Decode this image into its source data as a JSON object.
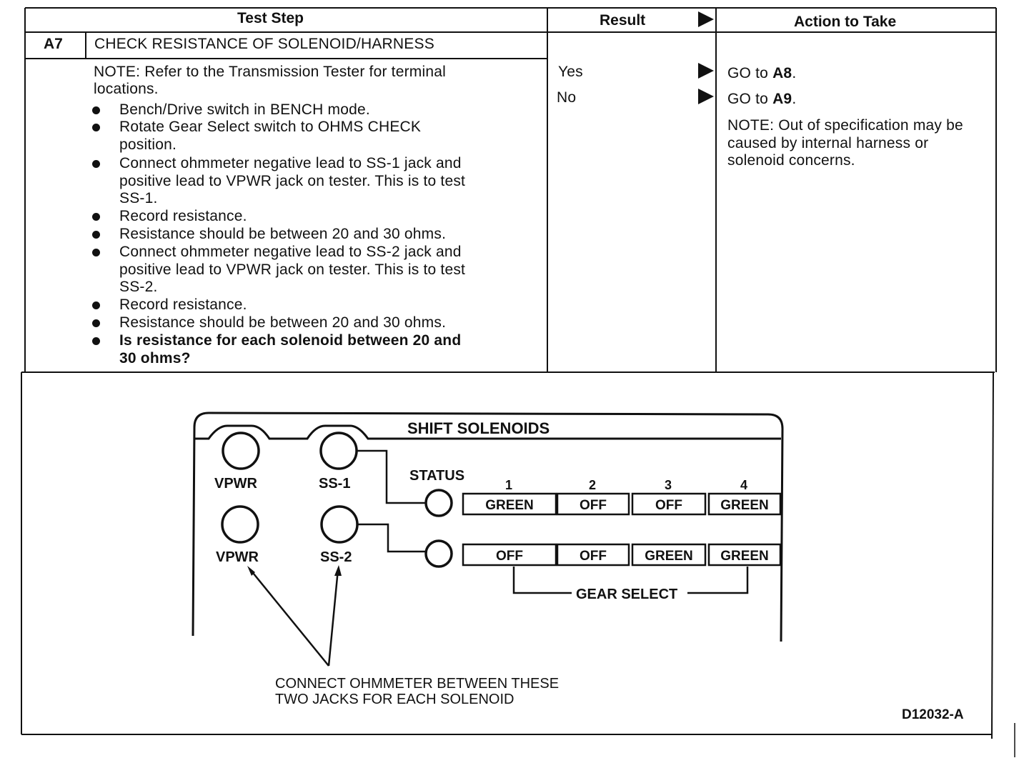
{
  "table": {
    "headers": {
      "test_step": "Test Step",
      "result": "Result",
      "action": "Action to Take"
    },
    "step_id": "A7",
    "step_title": "CHECK RESISTANCE OF SOLENOID/HARNESS",
    "note_lines": [
      "NOTE: Refer to the Transmission Tester for terminal",
      "locations."
    ],
    "bullets": [
      {
        "lines": [
          "Bench/Drive switch in BENCH mode."
        ]
      },
      {
        "lines": [
          "Rotate Gear Select switch to OHMS CHECK",
          "position."
        ]
      },
      {
        "lines": [
          "Connect ohmmeter negative lead to SS-1 jack and",
          "positive lead to VPWR jack on tester. This is to test",
          "SS-1."
        ]
      },
      {
        "lines": [
          "Record resistance."
        ]
      },
      {
        "lines": [
          "Resistance should be between 20 and 30 ohms."
        ]
      },
      {
        "lines": [
          "Connect ohmmeter negative lead to SS-2 jack and",
          "positive lead to VPWR jack on tester. This is to test",
          "SS-2."
        ]
      },
      {
        "lines": [
          "Record resistance."
        ]
      },
      {
        "lines": [
          "Resistance should be between 20 and 30 ohms."
        ]
      },
      {
        "lines": [
          "Is resistance for each solenoid between 20 and",
          "30 ohms?"
        ]
      }
    ],
    "results": [
      {
        "result": "Yes",
        "action_prefix": "GO to ",
        "action_target": "A8",
        "action_suffix": "."
      },
      {
        "result": "No",
        "action_prefix": "GO to ",
        "action_target": "A9",
        "action_suffix": "."
      }
    ],
    "action_note_lines": [
      "NOTE: Out of specification may be",
      "caused by internal harness or",
      "solenoid concerns."
    ]
  },
  "figure": {
    "panel_title": "SHIFT SOLENOIDS",
    "jacks": {
      "vpwr_top": "VPWR",
      "ss1": "SS-1",
      "vpwr_bottom": "VPWR",
      "ss2": "SS-2"
    },
    "status_label": "STATUS",
    "gear_numbers": [
      "1",
      "2",
      "3",
      "4"
    ],
    "ss1_row": [
      "GREEN",
      "OFF",
      "OFF",
      "GREEN"
    ],
    "ss2_row": [
      "OFF",
      "OFF",
      "GREEN",
      "GREEN"
    ],
    "gear_select_label": "GEAR SELECT",
    "connect_note_lines": [
      "CONNECT OHMMETER BETWEEN THESE",
      "TWO JACKS FOR EACH SOLENOID"
    ],
    "figure_id": "D12032-A"
  }
}
